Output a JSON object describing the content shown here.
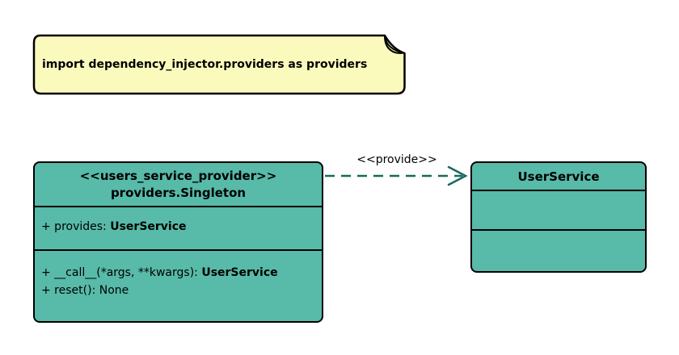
{
  "note": {
    "text": "import dependency_injector.providers as providers"
  },
  "provider_class": {
    "stereotype": "<<users_service_provider>>",
    "name": "providers.Singleton",
    "attributes": [
      {
        "text": "+ provides: ",
        "type": "UserService"
      }
    ],
    "methods": [
      {
        "text": "+ __call__(*args, **kwargs): ",
        "type": "UserService"
      },
      {
        "text": "+ reset(): None",
        "type": ""
      }
    ]
  },
  "service_class": {
    "name": "UserService"
  },
  "relation": {
    "label": "<<provide>>"
  },
  "colors": {
    "class_fill": "#58BAA8",
    "border": "#000000",
    "arrow": "#17695C",
    "note_fill": "#FBFABD",
    "note_fold": "#DCD98F",
    "background": "#FFFFFF",
    "text": "#000000"
  }
}
